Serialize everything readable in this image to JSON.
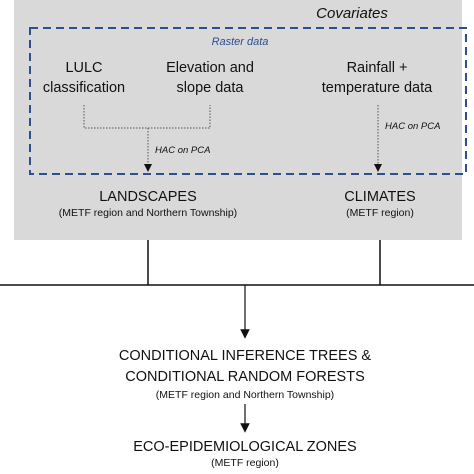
{
  "covariates": {
    "title": "Covariates",
    "raster_label": "Raster data"
  },
  "inputs": {
    "lulc": [
      "LULC",
      "classification"
    ],
    "elevation": [
      "Elevation and",
      "slope data"
    ],
    "rainfall": [
      "Rainfall +",
      "temperature data"
    ]
  },
  "notes": {
    "hac_landscape": "HAC on PCA",
    "hac_climate": "HAC on PCA"
  },
  "landscapes": {
    "title": "LANDSCAPES",
    "sub": "(METF region and Northern Township)"
  },
  "climates": {
    "title": "CLIMATES",
    "sub": "(METF region)"
  },
  "inference": {
    "line1": "CONDITIONAL INFERENCE TREES &",
    "line2": "CONDITIONAL RANDOM FORESTS",
    "sub": "(METF region and Northern Township)"
  },
  "zones": {
    "title": "ECO-EPIDEMIOLOGICAL ZONES",
    "sub": "(METF region)"
  },
  "colors": {
    "panel_bg": "#d9d9d9",
    "dash_border": "#2b4f8f",
    "line": "#111111"
  }
}
